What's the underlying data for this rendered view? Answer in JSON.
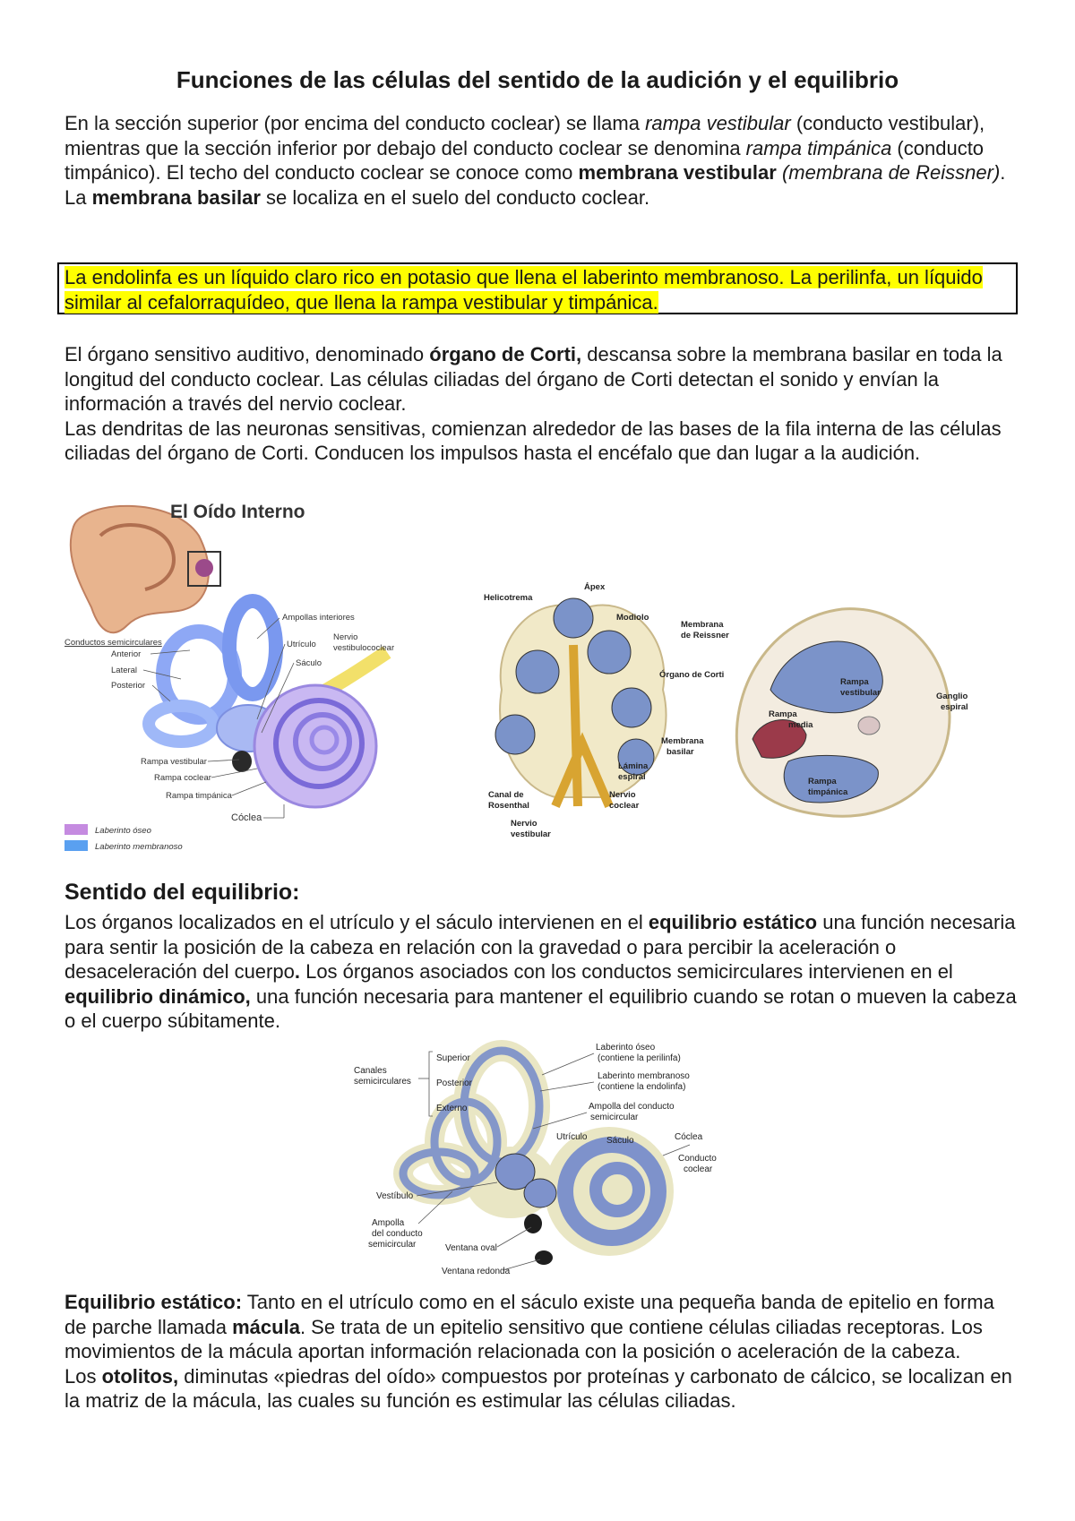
{
  "title": "Funciones de las células del sentido de la audición y el equilibrio",
  "p1": {
    "t1": "En la sección superior (por encima del conducto coclear) se llama ",
    "i1": "rampa vestibular",
    "t2": " (conducto vestibular), mientras que la sección inferior por debajo del conducto coclear se denomina ",
    "i2": "rampa timpánica",
    "t3": " (conducto timpánico). El techo del conducto coclear se conoce como ",
    "b1": "membrana vestibular",
    "t4": " ",
    "i3": "(membrana de Reissner)",
    "t5": ". La ",
    "b2": "membrana basilar",
    "t6": " se localiza en el suelo del conducto coclear."
  },
  "highlight": "La endolinfa es un líquido claro rico en potasio que llena el laberinto membranoso. La perilinfa, un líquido similar al cefalorraquídeo, que llena la rampa vestibular y timpánica.",
  "p2": {
    "t1": "El órgano sensitivo auditivo, denominado ",
    "b1": "órgano de Corti,",
    "t2": " descansa sobre la membrana basilar en toda la longitud del conducto coclear. Las células ciliadas del órgano de Corti detectan el sonido y envían la información a través del nervio coclear.",
    "line2": "Las dendritas de las neuronas sensitivas, comienzan alrededor de las bases de la fila interna de las células ciliadas del órgano de Corti. Conducen los impulsos hasta el encéfalo que dan lugar a la audición."
  },
  "fig1": {
    "title": "El Oído Interno",
    "labels": {
      "ampollas": "Ampollas interiores",
      "conductos": "Conductos semicirculares",
      "anterior": "Anterior",
      "lateral": "Lateral",
      "posterior": "Posterior",
      "utriculo": "Utrículo",
      "saculo": "Sáculo",
      "nervio": "Nervio",
      "vestibulococlear": "vestibulococlear",
      "rampa_vestibular": "Rampa vestibular",
      "rampa_coclear": "Rampa coclear",
      "rampa_timpanica": "Rampa timpánica",
      "coclea": "Cóclea",
      "laberinto_oseo": "Laberinto óseo",
      "laberinto_membranoso": "Laberinto membranoso"
    },
    "colors": {
      "oseo": "#c58be0",
      "membranoso": "#5aa0f0"
    }
  },
  "fig2": {
    "labels": {
      "helicotrema": "Helicotrema",
      "apex": "Ápex",
      "modiolo": "Modiolo",
      "membrana_reissner_1": "Membrana",
      "membrana_reissner_2": "de Reissner",
      "organo_corti": "Órgano de Corti",
      "membrana_basilar_1": "Membrana",
      "membrana_basilar_2": "basilar",
      "lamina_1": "Lámina",
      "lamina_2": "espiral",
      "canal_1": "Canal de",
      "canal_2": "Rosenthal",
      "nervio_coclear_1": "Nervio",
      "nervio_coclear_2": "coclear",
      "nervio_vest_1": "Nervio",
      "nervio_vest_2": "vestibular",
      "rampa_vest_1": "Rampa",
      "rampa_vest_2": "vestibular",
      "rampa_media_1": "Rampa",
      "rampa_media_2": "media",
      "rampa_timp_1": "Rampa",
      "rampa_timp_2": "timpánica",
      "ganglio_1": "Ganglio",
      "ganglio_2": "espiral"
    }
  },
  "section_title": "Sentido del equilibrio:",
  "p3": {
    "t1": "Los órganos localizados en el utrículo y el sáculo intervienen en el ",
    "b1": "equilibrio estático",
    "t2": " una función necesaria para sentir la posición de la cabeza en relación con la gravedad o para percibir la aceleración o desaceleración del cuerpo",
    "b2": ".",
    "t3": " Los órganos asociados con los conductos semicirculares intervienen en el ",
    "b3": "equilibrio dinámico,",
    "t4": " una función necesaria para mantener el equilibrio cuando se rotan o mueven la cabeza o el cuerpo súbitamente."
  },
  "fig3": {
    "labels": {
      "canales_1": "Canales",
      "canales_2": "semicirculares",
      "superior": "Superior",
      "posterior": "Posterior",
      "externo": "Externo",
      "lab_oseo_1": "Laberinto óseo",
      "lab_oseo_2": "(contiene la perilinfa)",
      "lab_memb_1": "Laberinto membranoso",
      "lab_memb_2": "(contiene la endolinfa)",
      "ampolla_1": "Ampolla del conducto",
      "ampolla_2": "semicircular",
      "utriculo": "Utrículo",
      "saculo": "Sáculo",
      "coclea": "Cóclea",
      "conducto_1": "Conducto",
      "conducto_2": "coclear",
      "vestibulo": "Vestíbulo",
      "amp2_1": "Ampolla",
      "amp2_2": "del conducto",
      "amp2_3": "semicircular",
      "ventana_oval": "Ventana oval",
      "ventana_redonda": "Ventana redonda"
    }
  },
  "p4": {
    "b1": "Equilibrio estático:",
    "t1": " Tanto en el utrículo como en el sáculo existe una pequeña banda de epitelio en forma de parche llamada ",
    "b2": "mácula",
    "t2": ". Se trata de un epitelio sensitivo que contiene células ciliadas receptoras. Los movimientos de la mácula aportan información relacionada con la posición o aceleración de la cabeza.",
    "l2a": "Los ",
    "l2b": "otolitos,",
    "l2c": " diminutas «piedras del oído» compuestos por proteínas y carbonato de cálcico, se localizan en la matriz de la mácula, las cuales su función es estimular las células ciliadas."
  }
}
